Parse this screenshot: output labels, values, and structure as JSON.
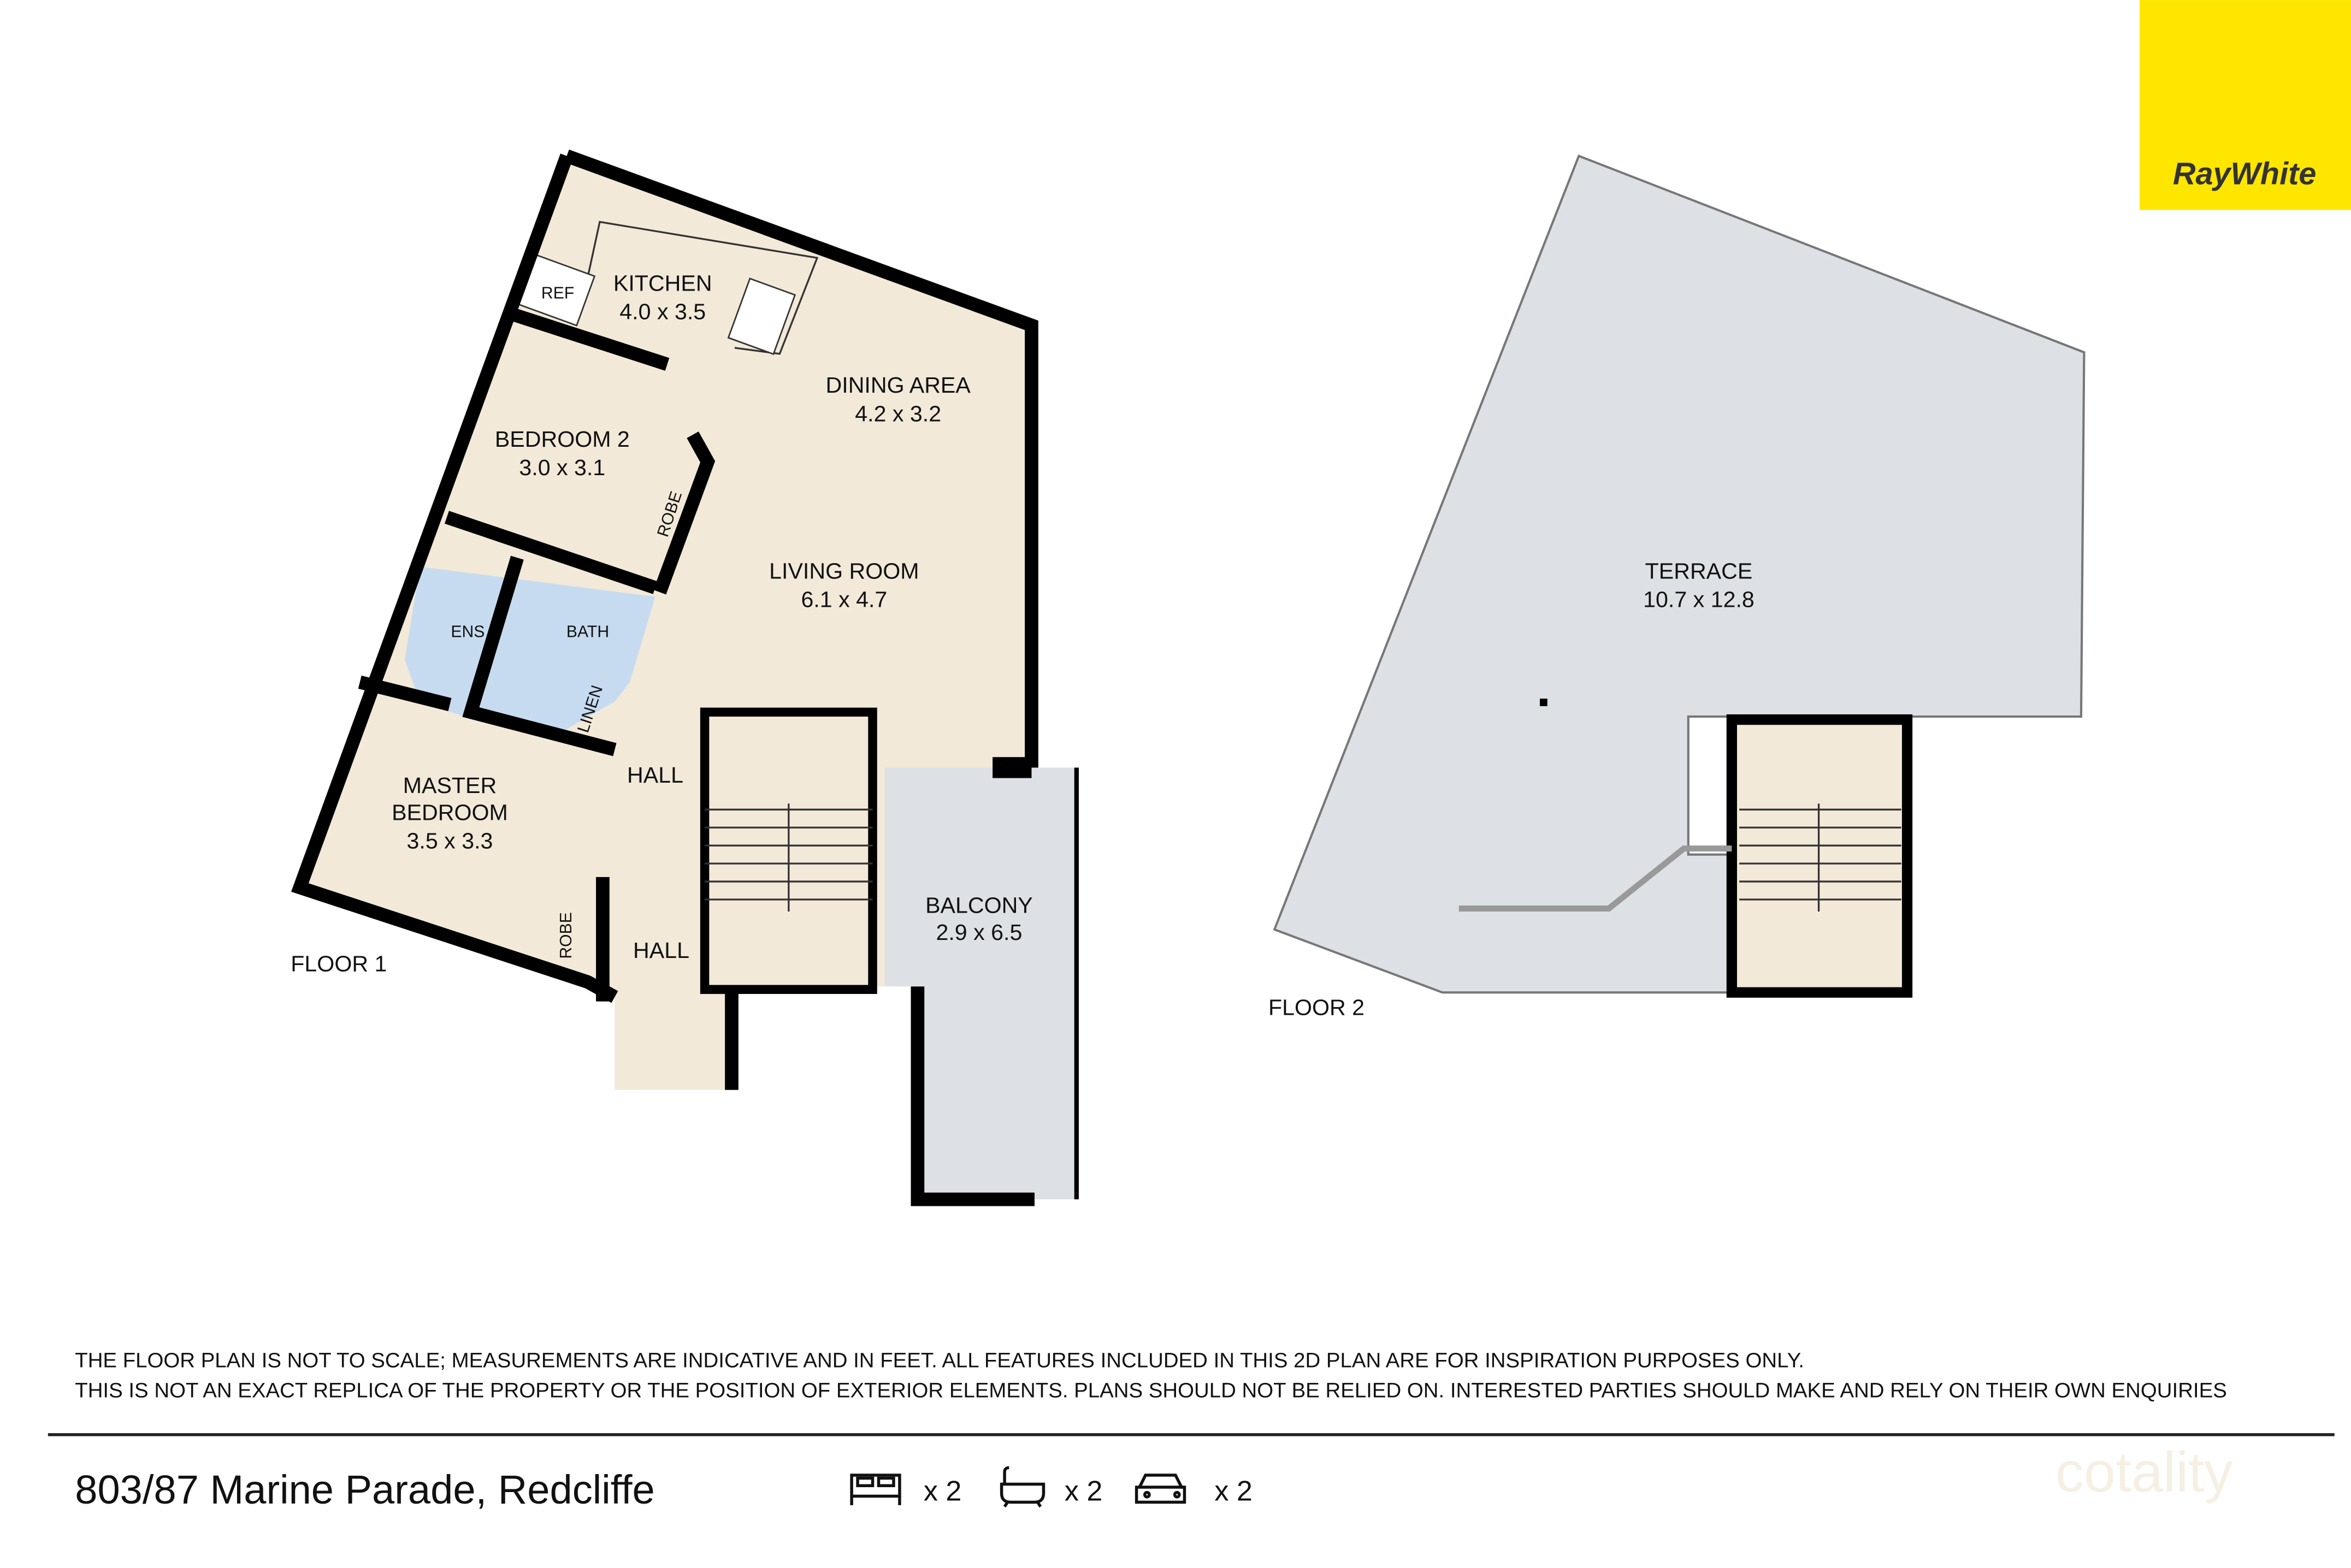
{
  "brand": {
    "name": "RayWhite",
    "color": "#ffe600"
  },
  "watermark": "cotality",
  "floor1": {
    "label": "FLOOR 1",
    "rooms": [
      {
        "name": "KITCHEN",
        "size": "4.0 x 3.5"
      },
      {
        "name": "DINING AREA",
        "size": "4.2 x 3.2"
      },
      {
        "name": "BEDROOM 2",
        "size": "3.0 x 3.1"
      },
      {
        "name": "LIVING ROOM",
        "size": "6.1 x 4.7"
      },
      {
        "name": "MASTER BEDROOM",
        "line1": "MASTER",
        "line2": "BEDROOM",
        "size": "3.5 x 3.3"
      },
      {
        "name": "BALCONY",
        "size": "2.9 x 6.5"
      }
    ],
    "labels": {
      "ref": "REF",
      "robe": "ROBE",
      "ens": "ENS",
      "bath": "BATH",
      "linen": "LINEN",
      "hall": "HALL"
    }
  },
  "floor2": {
    "label": "FLOOR 2",
    "rooms": [
      {
        "name": "TERRACE",
        "size": "10.7 x 12.8"
      }
    ]
  },
  "colors": {
    "room": "#f2e9d8",
    "wet": "#c6dbf0",
    "outdoor": "#dde1e5",
    "wall": "#000000"
  },
  "disclaimer": {
    "line1": "THE FLOOR PLAN IS NOT TO SCALE; MEASUREMENTS ARE INDICATIVE AND IN FEET. ALL FEATURES INCLUDED IN THIS 2D PLAN ARE FOR INSPIRATION PURPOSES ONLY.",
    "line2": "THIS IS NOT AN EXACT REPLICA OF THE PROPERTY OR THE POSITION OF EXTERIOR ELEMENTS. PLANS SHOULD NOT BE RELIED ON. INTERESTED PARTIES SHOULD MAKE AND RELY ON THEIR OWN ENQUIRIES"
  },
  "footer": {
    "address": "803/87 Marine Parade, Redcliffe",
    "features": [
      {
        "icon": "bed-icon",
        "count": "x 2"
      },
      {
        "icon": "bath-icon",
        "count": "x 2"
      },
      {
        "icon": "car-icon",
        "count": "x 2"
      }
    ]
  }
}
